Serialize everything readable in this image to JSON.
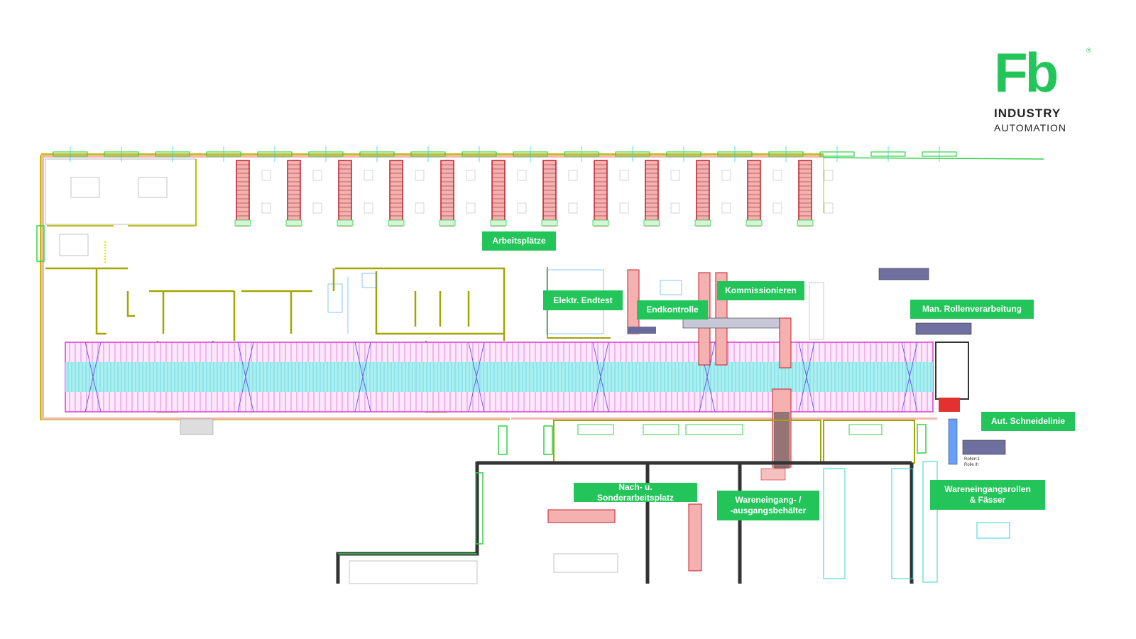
{
  "logo": {
    "mark": "Fb",
    "registered": "®",
    "line1": "INDUSTRY",
    "line2": "AUTOMATION",
    "color": "#23c55a"
  },
  "labels": [
    {
      "id": "arbeitsplaetze",
      "text": "Arbeitsplätze"
    },
    {
      "id": "elektr-endtest",
      "text": "Elektr. Endtest"
    },
    {
      "id": "endkontrolle",
      "text": "Endkontrolle"
    },
    {
      "id": "kommissionieren",
      "text": "Kommissionieren"
    },
    {
      "id": "man-rollenverarbeitung",
      "text": "Man. Rollenverarbeitung"
    },
    {
      "id": "aut-schneidelinie",
      "text": "Aut. Schneidelinie"
    },
    {
      "id": "nach-sonderarbeitsplatz",
      "text": "Nach- u. Sonderarbeitsplatz"
    },
    {
      "id": "wareneingang-behaelter",
      "text": "Wareneingang- /\n-ausgangsbehälter"
    },
    {
      "id": "wareneingangsrollen",
      "text": "Wareneingangsrollen\n& Fässer"
    }
  ],
  "annotations": {
    "rollen": "Rollen:1",
    "rolle_h": "Rolle /h"
  },
  "colors": {
    "label_bg": "#23c55a",
    "wall_olive": "#a3a600",
    "rack_magenta": "#e23bd6",
    "conveyor_cyan": "#2fd6d6",
    "workstation_red": "#c0202a",
    "window_green": "#33d14a",
    "dark_wall": "#333333"
  }
}
